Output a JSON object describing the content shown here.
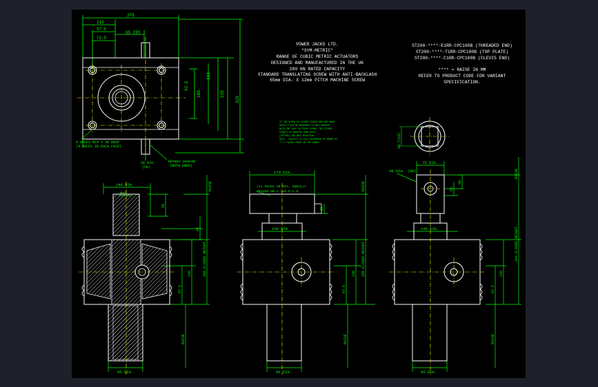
{
  "colors": {
    "background": "#1e2129",
    "paper": "#000000",
    "geometry": "#ffffff",
    "dimensions": "#00ff00",
    "centerlines": "#ffff00",
    "hatch": "#c0c0c0"
  },
  "title_block": {
    "lines": [
      "POWER JACKS LTD.",
      "\"SYM-METRIC\"",
      "RANGE OF  CUBIC METRIC ACTUATORS",
      "DESIGNED AND MANUFACTURED IN THE UK",
      "200 KN RATED CAPACITY",
      "STANDARD TRANSLATING SCREW WITH ANTI-BACKLASH",
      "65mm DIA. X 12mm PITCH MACHINE SCREW"
    ]
  },
  "product_codes": {
    "lines": [
      "ST200-****-E1RR-CPC100B (THREADED END)",
      "ST200-****-T1RR-CPC100B (TOP PLATE)",
      "ST200-****-C1RR-CPC100B (CLEVIS END)"
    ],
    "notes": [
      "**** = RAISE IN MM",
      "REFER TO PRODUCT CODE FOR VARIANT",
      "SPECIFICATION."
    ]
  },
  "plan_view": {
    "dims": {
      "overall_width": "275",
      "d115": "115",
      "d97_5": "97.5",
      "d72_5": "72.5",
      "crs": "65 CRS",
      "d92_5": "92.5",
      "d110": "110",
      "d185": "185",
      "d220": "220",
      "d320": "320"
    },
    "holes_note": [
      "8 HOLES M24 x 38 DEEP",
      "(4 HOLES IN EACH FACE)"
    ],
    "shaft_dia": "28 DIA.",
    "shaft_dia_sub": "(h8)",
    "keyway_note": [
      "KEYWAY 8x4x40",
      "(BOTH ENDS)"
    ]
  },
  "small_note": {
    "lines": [
      "IF THE SCREW IN CLOSED LENGTH WAS NOT BEEN",
      "RATED X 150 BE MEASURED TO BALL-BEARIN",
      "WITH THE JACK IN FIXED SCREW, THE CLOSED",
      "LENGTH IS GREATER THAN BOTH.",
      "(OPTION) FOR ANTI-ROTATION.",
      "NOTE - SUBJECT TO FULL EXTENSION OF BRAKE BY",
      "****= RAISE FRONT OR TOP ENDED."
    ]
  },
  "section_view": {
    "top_dia": "146 DIA",
    "thread": "M48",
    "dim50": "50",
    "dim34": "34",
    "closed_height": "289 CLOSED HEIGHT",
    "dim195": "195",
    "dim97_5": "97.5",
    "raise_top": "RAISE",
    "raise_bottom": "RAISE",
    "bottom_dia": "95 DIA."
  },
  "top_plate_view": {
    "plate_dia": "170 DIA.",
    "holes_note": [
      "(4) HOLES 26 DIA. EQUALLY",
      "SPACED ON A 120 P.C.D"
    ],
    "dim25": "25",
    "collar_dia": "146 DIA.",
    "closed_height": "289 CLOSED HEIGHT",
    "dim195": "195",
    "dim97_5": "97.5",
    "raise_top": "RAISE",
    "raise_bottom": "RAISE",
    "bottom_dia": "95 DIA."
  },
  "clevis_detail": {
    "side_dim": "50 (h10)"
  },
  "clevis_view": {
    "top_dia": "75 DIA.",
    "pin_dia": "30 DIA.",
    "pin_tol": "(H8)",
    "dim40": "40",
    "dim50": "50",
    "collar_dia": "146 DIA.",
    "closed_height": "344 CLOSED HEIGHT",
    "dim195": "195",
    "dim97_5": "97.5",
    "raise_top": "RAISE",
    "raise_bottom": "RAISE",
    "bottom_dia": "95 DIA."
  }
}
